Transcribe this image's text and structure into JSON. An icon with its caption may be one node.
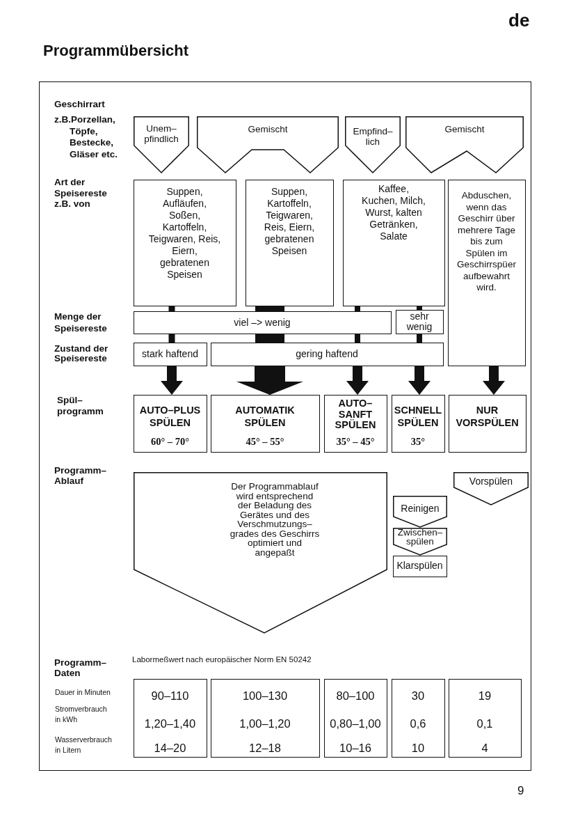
{
  "diagram": {
    "title": "Programmübersicht",
    "nodes": [
      {
        "text": [
          "Unem– pfindlich"
        ]
      },
      {
        "text": [
          "Gemischt"
        ]
      },
      {
        "text": [
          "Empfind– lich"
        ]
      },
      {
        "text": [
          "Gemischt"
        ]
      },
      {
        "text": [
          "Suppen, Aufläufen, Soßen, Kartoffeln, Teigwaren, Reis, Eiern, gebratenen Speisen"
        ]
      },
      {
        "text": [
          "Suppen, Kartoffeln, Teigwaren, Reis, Eiern, gebratenen Speisen"
        ]
      },
      {
        "text": [
          "Kaffee, Kuchen, Milch, Wurst, kalten Getränken, Salate"
        ]
      },
      {
        "text": [
          "Abduschen, wenn das Geschirr über mehrere Tage bis zum Spülen im Geschirrspüer aufbewahrt wird."
        ]
      },
      {
        "text": [
          "viel –> wenig"
        ]
      },
      {
        "text": [
          "sehr wenig"
        ]
      },
      {
        "text": [
          "stark haftend"
        ]
      },
      {
        "text": [
          "gering haftend"
        ]
      },
      {
        "text": [
          "AUTO–PLUS SPÜLEN",
          "60° – 70°"
        ]
      },
      {
        "text": [
          "AUTOMATIK SPÜLEN",
          "45° – 55°"
        ]
      },
      {
        "text": [
          "AUTO– SANFT SPÜLEN",
          "35° – 45°"
        ]
      },
      {
        "text": [
          "SCHNELL SPÜLEN",
          "35°"
        ]
      },
      {
        "text": [
          "NUR VORSPÜLEN"
        ]
      },
      {
        "text": [
          "Der Programmablauf wird entsprechend der Beladung des Gerätes und des Verschmutzungs– grades des Geschirrs optimiert und angepaßt"
        ]
      },
      {
        "text": [
          "Reinigen"
        ]
      },
      {
        "text": [
          "Zwischen– spülen"
        ]
      },
      {
        "text": [
          "Klarspülen"
        ]
      },
      {
        "text": [
          "Vorspülen"
        ]
      },
      {
        "text": [
          "90–110",
          "1,20–1,40",
          "14–20"
        ]
      },
      {
        "text": [
          "100–130",
          "1,00–1,20",
          "12–18"
        ]
      },
      {
        "text": [
          "80–100",
          "0,80–1,00",
          "10–16"
        ]
      },
      {
        "text": [
          "30",
          "0,6",
          "10"
        ]
      },
      {
        "text": [
          "19",
          "0,1",
          "4"
        ]
      }
    ],
    "edges": [
      {
        "from": 4,
        "to": 8,
        "arrow": "none"
      },
      {
        "from": 8,
        "to": 10,
        "arrow": "none"
      },
      {
        "from": 10,
        "to": 12,
        "arrow": "to"
      },
      {
        "from": 5,
        "to": 8,
        "arrow": "none",
        "style": "thick"
      },
      {
        "from": 8,
        "to": 11,
        "arrow": "none",
        "style": "thick"
      },
      {
        "from": 11,
        "to": 13,
        "arrow": "to",
        "style": "thick"
      },
      {
        "from": 6,
        "to": 8,
        "arrow": "none"
      },
      {
        "from": 8,
        "to": 11,
        "arrow": "none"
      },
      {
        "from": 11,
        "to": 14,
        "arrow": "to"
      },
      {
        "from": 6,
        "to": 9,
        "arrow": "none"
      },
      {
        "from": 9,
        "to": 11,
        "arrow": "none"
      },
      {
        "from": 11,
        "to": 15,
        "arrow": "to"
      },
      {
        "from": 7,
        "to": 16,
        "arrow": "to"
      }
    ],
    "labels": [
      "de",
      "Geschirrart",
      "z.B.Porzellan, Töpfe, Bestecke, Gläser etc.",
      "Art der Speisereste z.B. von",
      "Menge der Speisereste",
      "Zustand der Speisereste",
      "Spül– programm",
      "Programm– Ablauf",
      "Programm– Daten",
      "Labormeßwert nach europäischer Norm EN 50242",
      "Dauer in Minuten",
      "Stromverbrauch in kWh",
      "Wasserverbrauch in Litern",
      "9"
    ]
  }
}
